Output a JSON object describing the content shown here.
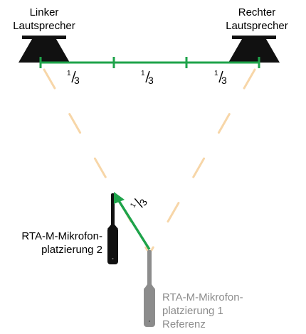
{
  "labels": {
    "left_speaker": [
      "Linker",
      "Lautsprecher"
    ],
    "right_speaker": [
      "Rechter",
      "Lautsprecher"
    ],
    "mic_position_2": [
      "RTA-M-Mikrofon-",
      "platzierung 2"
    ],
    "mic_position_1": [
      "RTA-M-Mikrofon-",
      "platzierung 1",
      "Referenz"
    ]
  },
  "fraction": {
    "numerator": "1",
    "denominator": "3"
  },
  "colors": {
    "measure_line": "#1ea34a",
    "sight_line": "#f7d6a8",
    "speaker": "#111111",
    "mic_dark": "#111111",
    "mic_grey": "#8c8c8c",
    "mic_grey_text": "#8c8c8c"
  }
}
